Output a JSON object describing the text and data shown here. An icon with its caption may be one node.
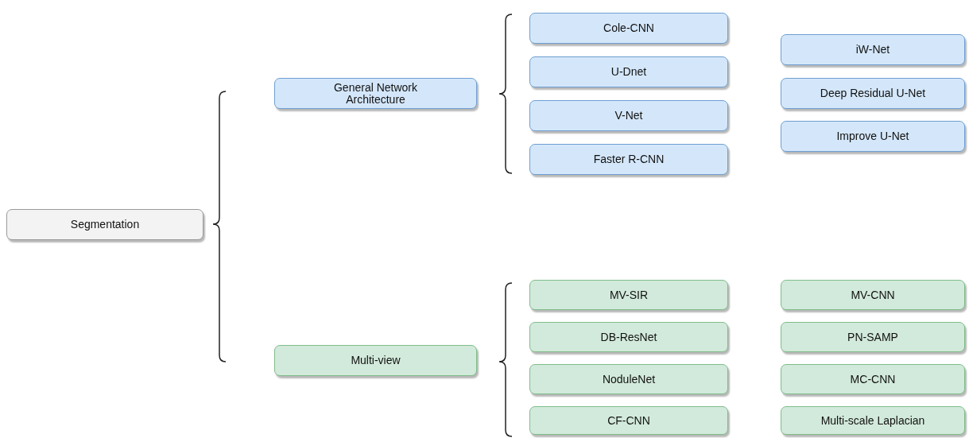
{
  "diagram": {
    "nodes": [
      {
        "text": [
          "Segmentation"
        ]
      },
      {
        "text": [
          "General Network Architecture"
        ]
      },
      {
        "text": [
          "Cole-CNN"
        ]
      },
      {
        "text": [
          "U-Dnet"
        ]
      },
      {
        "text": [
          "V-Net"
        ]
      },
      {
        "text": [
          "Faster R-CNN"
        ]
      },
      {
        "text": [
          "iW-Net"
        ]
      },
      {
        "text": [
          "Deep Residual U-Net"
        ]
      },
      {
        "text": [
          "Improve U-Net"
        ]
      },
      {
        "text": [
          "Multi-view"
        ]
      },
      {
        "text": [
          "MV-SIR"
        ]
      },
      {
        "text": [
          "DB-ResNet"
        ]
      },
      {
        "text": [
          "NoduleNet"
        ]
      },
      {
        "text": [
          "CF-CNN"
        ]
      },
      {
        "text": [
          "MV-CNN"
        ]
      },
      {
        "text": [
          "PN-SAMP"
        ]
      },
      {
        "text": [
          "MC-CNN"
        ]
      },
      {
        "text": [
          "Multi-scale Laplacian"
        ]
      }
    ]
  }
}
